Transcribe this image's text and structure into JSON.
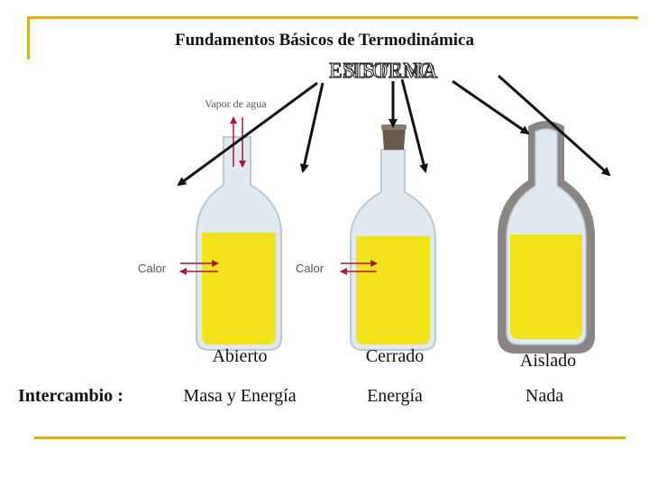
{
  "title": "Fundamentos Básicos de Termodinámica",
  "overlap_labels": {
    "first": "ENTORNO",
    "second": "SISTEMA"
  },
  "vapor_label": "Vapor de agua",
  "heat_left": "Calor",
  "heat_right": "Calor",
  "systems": [
    {
      "name": "Abierto",
      "exchange": "Masa y Energía"
    },
    {
      "name": "Cerrado",
      "exchange": "Energía"
    },
    {
      "name": "Aislado",
      "exchange": "Nada"
    }
  ],
  "exchange_label": "Intercambio :",
  "colors": {
    "frame": "#d6b02a",
    "liquid": "#f2e21a",
    "glass": "#dfe9ef",
    "heat_arrow": "#b0123a",
    "cork": "#6a5a4d",
    "insulation": "#8a8583"
  }
}
